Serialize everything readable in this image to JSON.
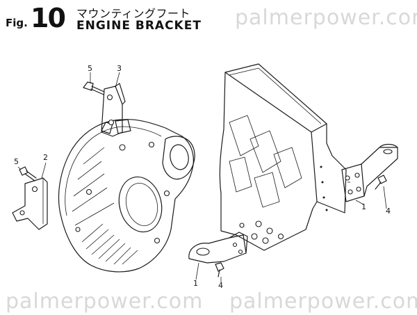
{
  "header": {
    "fig_label": "Fig.",
    "fig_number": "10",
    "title_jp": "マウンティングフート",
    "title_en": "ENGINE BRACKET"
  },
  "watermark": {
    "top": "palmerpower.com",
    "bottom_left": "palmerpower.com",
    "bottom_right": "palmerpower.com"
  },
  "callouts": {
    "bolt_upper": "5",
    "bracket_upper": "3",
    "bolt_left": "5",
    "bracket_left": "2",
    "foot_right": "1",
    "bolt_right": "4",
    "foot_bottom": "1",
    "bolt_bottom": "4"
  },
  "parts": [
    {
      "ref": "1",
      "icon": "engine-foot-bracket"
    },
    {
      "ref": "2",
      "icon": "left-mount-bracket"
    },
    {
      "ref": "3",
      "icon": "upper-mount-bracket"
    },
    {
      "ref": "4",
      "icon": "hex-bolt"
    },
    {
      "ref": "5",
      "icon": "hex-bolt"
    }
  ],
  "colors": {
    "line": "#1a1a1a",
    "watermark": "#d8d8d8",
    "background": "#ffffff"
  }
}
